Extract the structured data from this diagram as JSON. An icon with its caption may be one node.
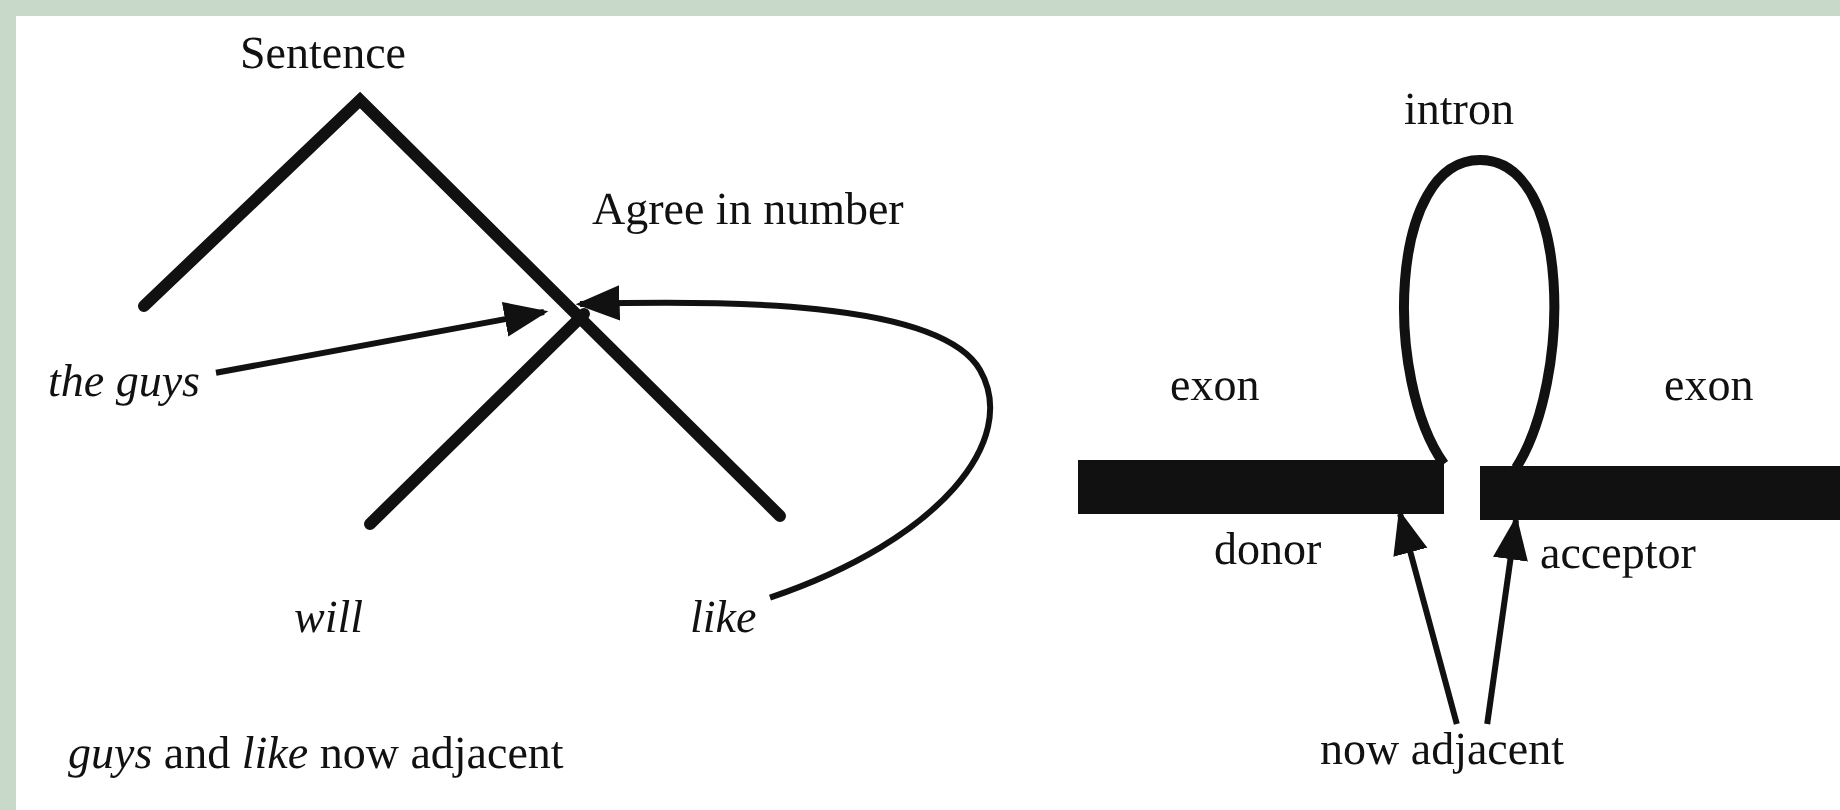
{
  "diagram": {
    "nodes": [
      {
        "text": [
          "the guys"
        ]
      },
      {
        "text": [
          "like"
        ]
      },
      {
        "text": [
          "intron"
        ]
      },
      {
        "text": [],
        "shape": "bar"
      },
      {
        "text": [],
        "shape": "bar"
      },
      {
        "text": [
          "now adjacent"
        ]
      }
    ],
    "edges": [
      {
        "from": 0,
        "to": null,
        "arrow": "to"
      },
      {
        "from": 1,
        "to": null,
        "arrow": "to"
      },
      {
        "from": 5,
        "to": 3,
        "arrow": "to"
      },
      {
        "from": 5,
        "to": 4,
        "arrow": "to"
      }
    ],
    "labels": [
      "Sentence",
      "Agree in number",
      "exon",
      "exon",
      "donor",
      "acceptor",
      "will",
      "*guys* and *like* now adjacent"
    ]
  }
}
